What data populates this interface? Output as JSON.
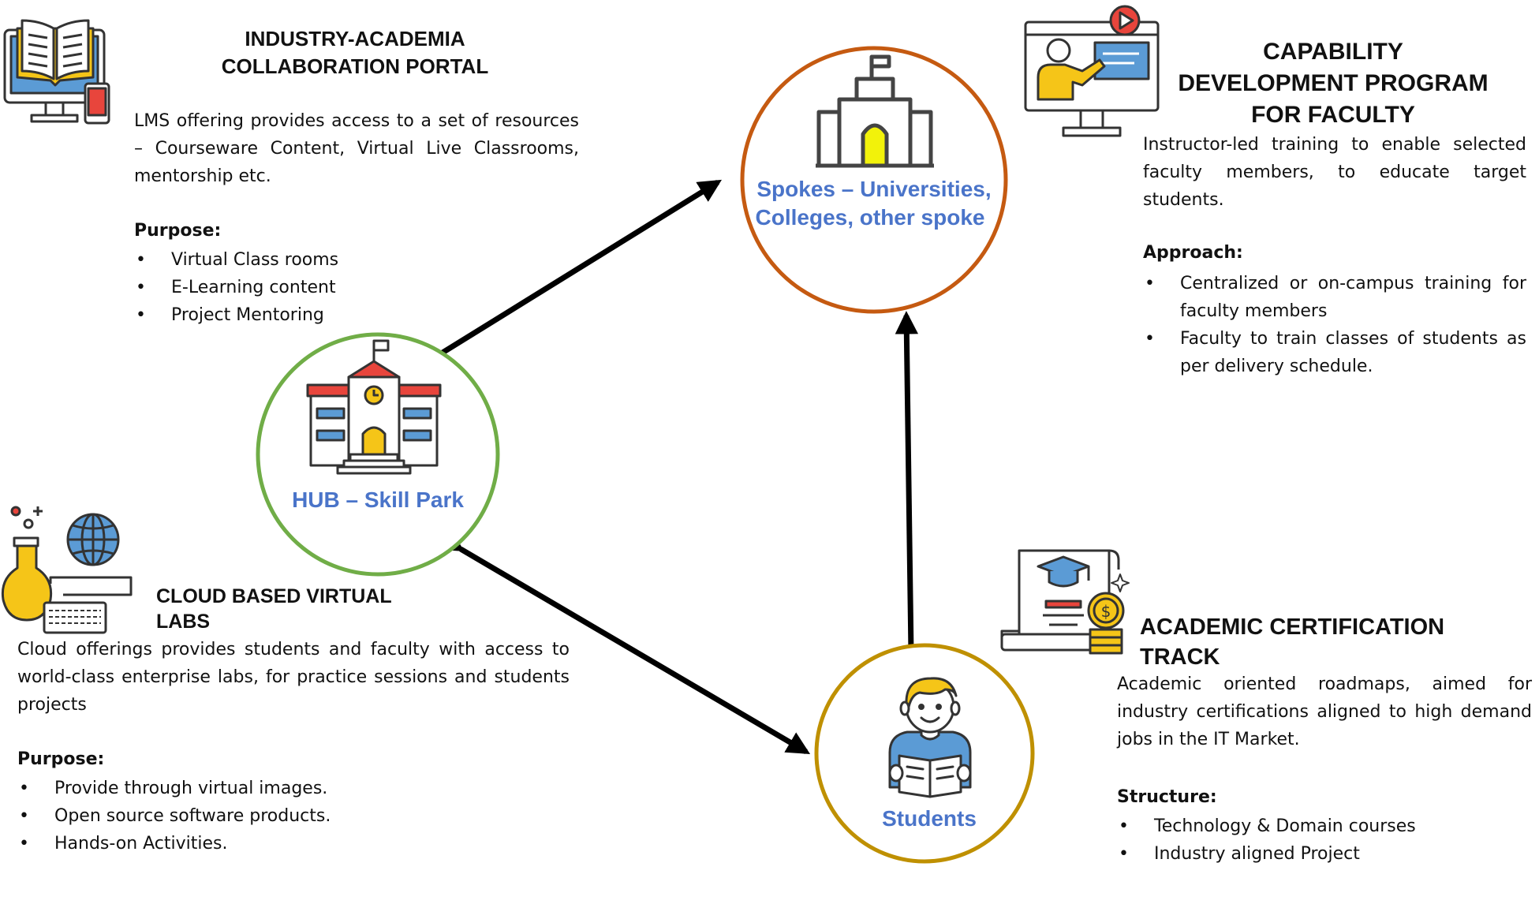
{
  "portal": {
    "title": "INDUSTRY-ACADEMIA COLLABORATION PORTAL",
    "description": "LMS offering provides access to a set of resources – Courseware Content, Virtual Live Classrooms, mentorship etc.",
    "purpose_label": "Purpose:",
    "purpose_items": [
      "Virtual Class rooms",
      "E-Learning content",
      "Project Mentoring"
    ],
    "icon": "computer-book-icon"
  },
  "faculty": {
    "title": "CAPABILITY DEVELOPMENT PROGRAM FOR FACULTY",
    "description": "Instructor-led training to enable selected faculty members, to educate target students.",
    "approach_label": "Approach:",
    "approach_items": [
      "Centralized or on-campus training for faculty members",
      "Faculty to train classes of students as per delivery schedule."
    ],
    "icon": "presentation-screen-icon"
  },
  "labs": {
    "title": "CLOUD BASED VIRTUAL LABS",
    "description": "Cloud offerings provides students and faculty with access to world-class enterprise labs, for practice sessions and students projects",
    "purpose_label": "Purpose:",
    "purpose_items": [
      "Provide through virtual images.",
      "Open source software products.",
      "Hands-on Activities."
    ],
    "icon": "flask-globe-keyboard-icon"
  },
  "certification": {
    "title": "ACADEMIC CERTIFICATION TRACK",
    "description": "Academic oriented roadmaps, aimed for industry certifications aligned to high demand jobs in the IT Market.",
    "structure_label": "Structure:",
    "structure_items": [
      "Technology & Domain courses",
      "Industry aligned Project"
    ],
    "icon": "certificate-coins-icon"
  },
  "nodes": {
    "hub": {
      "label": "HUB – Skill Park",
      "color": "#70ad47",
      "icon": "school-building-icon"
    },
    "spokes": {
      "label_line1": "Spokes – Universities,",
      "label_line2": "Colleges, other spoke",
      "color": "#c55a11",
      "icon": "college-building-icon"
    },
    "students": {
      "label": "Students",
      "color": "#bf9000",
      "icon": "student-reading-icon"
    }
  },
  "colors": {
    "label_blue": "#4a74c9",
    "arrow": "#000000"
  }
}
